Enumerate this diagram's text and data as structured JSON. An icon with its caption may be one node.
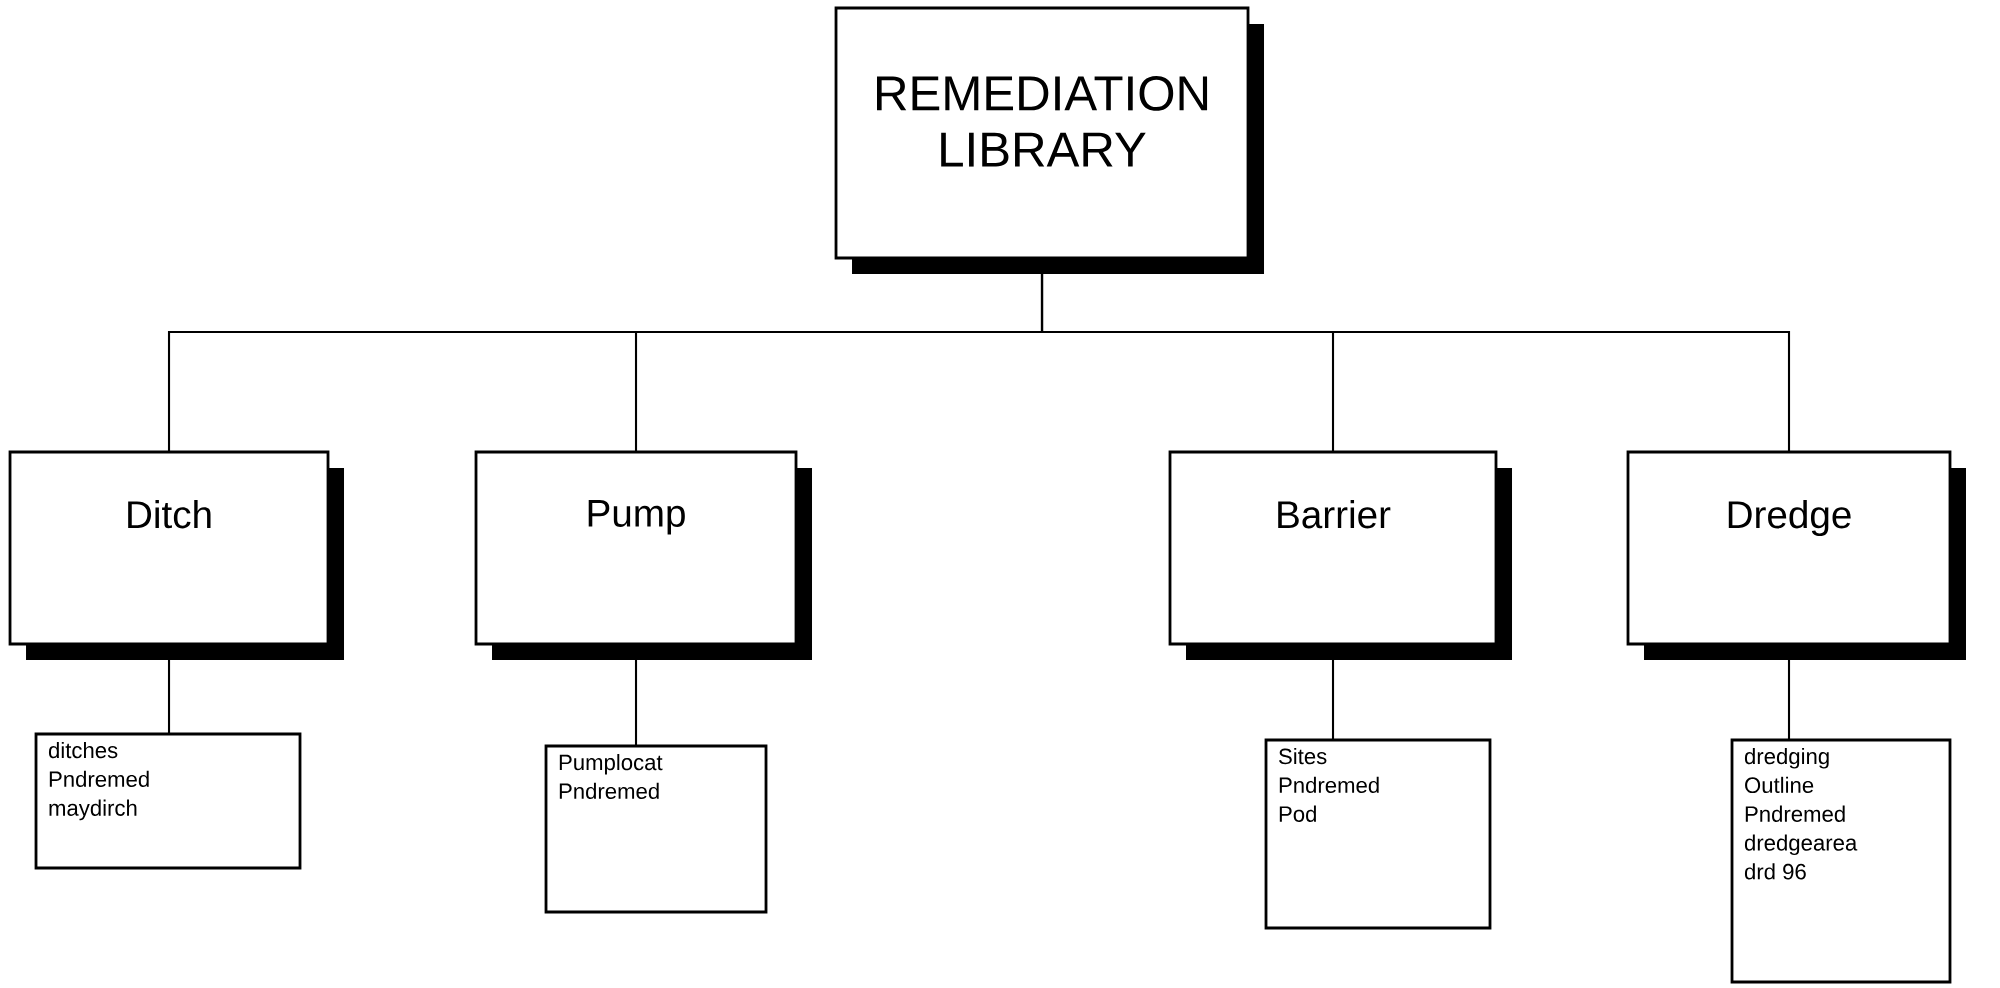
{
  "diagram": {
    "nodes": [
      {
        "text": [
          "REMEDIATION LIBRARY"
        ]
      },
      {
        "text": [
          "Ditch"
        ]
      },
      {
        "text": [
          "Pump"
        ]
      },
      {
        "text": [
          "Barrier"
        ]
      },
      {
        "text": [
          "Dredge"
        ]
      },
      {
        "text": [
          "ditches",
          "Pndremed",
          "maydirch"
        ]
      },
      {
        "text": [
          "Pumplocat",
          "Pndremed"
        ]
      },
      {
        "text": [
          "Sites",
          "Pndremed",
          "Pod"
        ]
      },
      {
        "text": [
          "dredging",
          "Outline",
          "Pndremed",
          "dredgearea",
          "drd 96"
        ]
      }
    ],
    "edges": [
      {
        "from": 0,
        "to": 1,
        "arrow": "none"
      },
      {
        "from": 0,
        "to": 2,
        "arrow": "none"
      },
      {
        "from": 0,
        "to": 3,
        "arrow": "none"
      },
      {
        "from": 0,
        "to": 4,
        "arrow": "none"
      },
      {
        "from": 1,
        "to": 5,
        "arrow": "none"
      },
      {
        "from": 2,
        "to": 6,
        "arrow": "none"
      },
      {
        "from": 3,
        "to": 7,
        "arrow": "none"
      },
      {
        "from": 4,
        "to": 8,
        "arrow": "none"
      }
    ]
  }
}
